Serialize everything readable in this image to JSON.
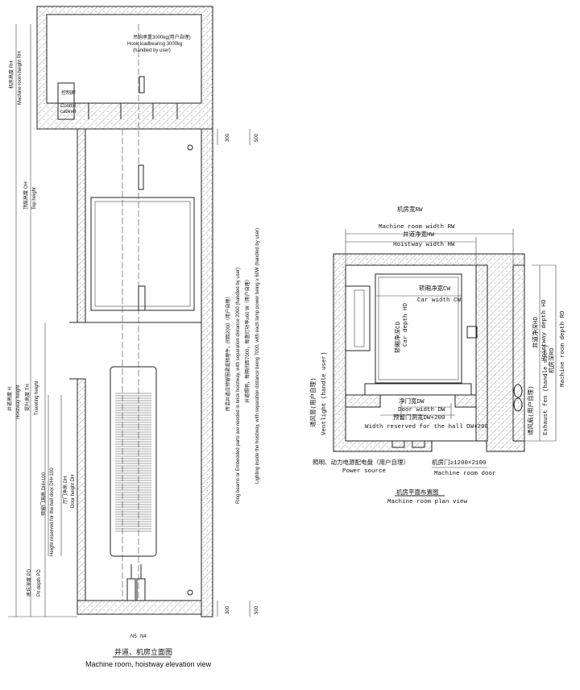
{
  "elevation": {
    "hook_cn": "吊钩承重3000kg(用户自理)",
    "hook_en": "Hook loadbearing 3000kg",
    "hook_en2": "(handled by user)",
    "cabinet_cn": "控制屏",
    "cabinet_en1": "Control",
    "cabinet_en2": "cabinet",
    "rh_cn": "机房高度 RH",
    "rh_en": "Machine room height RH",
    "oh_cn": "顶层高度 OH",
    "oh_en": "Top height",
    "h_cn": "井道高度 H",
    "h_en": "Hoistway height",
    "th_cn": "提升高度 TH",
    "th_en": "Traveling height",
    "dh100_cn": "预留门洞高 DH+100",
    "dh100_en": "Height reserved for the hall door DH+100",
    "dh_cn": "厅门净高 DH",
    "dh_en": "Door height DH",
    "pd_cn": "底坑深度 PD",
    "pd_en": "Pit depth PD",
    "ring_cn": "砖混井道应预留圈梁或预埋件，间距2000（用户自理）",
    "ring_en": "Ring beams or Embedded parts are needed in brick hoistway, with separation distance 2000 (handled by user)",
    "light_cn": "井道照明，每隔间距7000，每盏灯功率≥60 W（用户自理）",
    "light_en": "Lighting inside the hoistway, with separation distance being 7000, with each lamp power being ≥ 60W (handled by user)",
    "dim_300": "300",
    "dim_500": "500",
    "n5": "N5",
    "n4": "N4",
    "title_cn": "井道、机房立面图",
    "title_en": "Machine room, hoistway elevation view"
  },
  "plan": {
    "rw_cn": "机房宽RW",
    "rw_en": "Machine room width RW",
    "hw_cn": "井道净宽HW",
    "hw_en": "Hoistway width HW",
    "cw_cn": "轿厢净宽CW",
    "cw_en": "Car width CW",
    "cd_cn": "轿厢净深CD",
    "cd_en": "Car depth HD",
    "hd_cn": "井道净深HD",
    "hd_en": "Hoistway depth HD",
    "rd_cn": "机房深RD",
    "rd_en": "Machine room depth RD",
    "vent_cn": "通风窗(用户自理)",
    "vent_en": "Ventlight (handle user)",
    "fan_cn": "通风扇(用户自理)",
    "fan_en": "Exhaust fen (handle user)",
    "dw_cn": "净门宽DW",
    "dw_en": "Door width DW",
    "dw200_cn": "预留门洞宽DW+200",
    "dw200_en": "Width reserved for the hall DW+200",
    "power_cn": "照明、动力电源配电盘（用户自理）",
    "power_en": "Power source",
    "door_cn": "机房门≥1200×2100",
    "door_en": "Machine room door",
    "title_cn": "机房平面布置图",
    "title_en": "Machine room plan view"
  }
}
